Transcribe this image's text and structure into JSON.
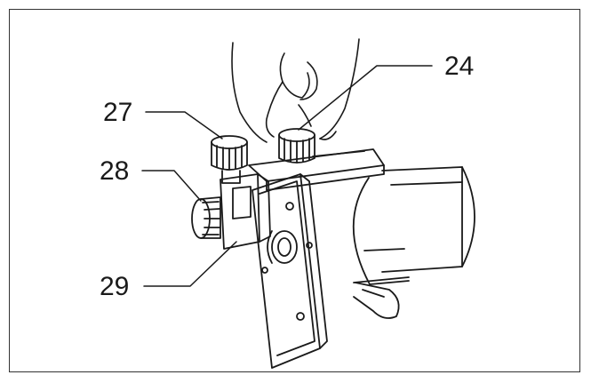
{
  "callouts": [
    {
      "id": "24",
      "label": "24"
    },
    {
      "id": "27",
      "label": "27"
    },
    {
      "id": "28",
      "label": "28"
    },
    {
      "id": "29",
      "label": "29"
    }
  ],
  "colors": {
    "line": "#1a1a1a",
    "frame": "#333333",
    "background": "#ffffff"
  }
}
